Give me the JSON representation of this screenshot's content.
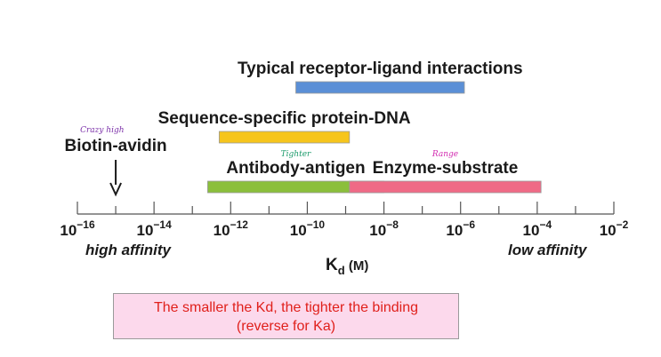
{
  "chart_data": {
    "type": "range-bar",
    "scale": "log",
    "xlim_exponents": [
      -16,
      -2
    ],
    "tick_exponents": [
      -16,
      -14,
      -12,
      -10,
      -8,
      -6,
      -4,
      -2
    ],
    "tick_base": "10",
    "tick_labels": [
      "10−16",
      "10−14",
      "10−12",
      "10−10",
      "10−8",
      "10−6",
      "10−4",
      "10−2"
    ],
    "xlabel_main": "K",
    "xlabel_sub": "d",
    "xlabel_unit": " (M)",
    "left_note": "high affinity",
    "right_note": "low affinity",
    "ranges": [
      {
        "label": "Typical receptor-ligand interactions",
        "from_exp": -10.3,
        "to_exp": -5.9,
        "color": "#5b8fd6",
        "row": 0
      },
      {
        "label": "Sequence-specific protein-DNA",
        "from_exp": -12.3,
        "to_exp": -8.9,
        "color": "#f6c51c",
        "row": 1
      },
      {
        "label": "Antibody-antigen",
        "from_exp": -12.6,
        "to_exp": -8.0,
        "color": "#8bbf3c",
        "row": 2,
        "annotation": "Tighter",
        "annotation_color": "#1a9a6a"
      },
      {
        "label": "Enzyme-substrate",
        "from_exp": -8.9,
        "to_exp": -3.9,
        "color": "#ef6a86",
        "row": 2,
        "annotation": "Range",
        "annotation_color": "#d22bb0"
      }
    ],
    "points": [
      {
        "label": "Biotin-avidin",
        "at_exp": -15.0,
        "annotation": "Crazy high",
        "annotation_color": "#7a2ea8"
      }
    ]
  },
  "note_box": {
    "line1": "The smaller the Kd, the tighter the binding",
    "line2": "(reverse for Ka)"
  }
}
